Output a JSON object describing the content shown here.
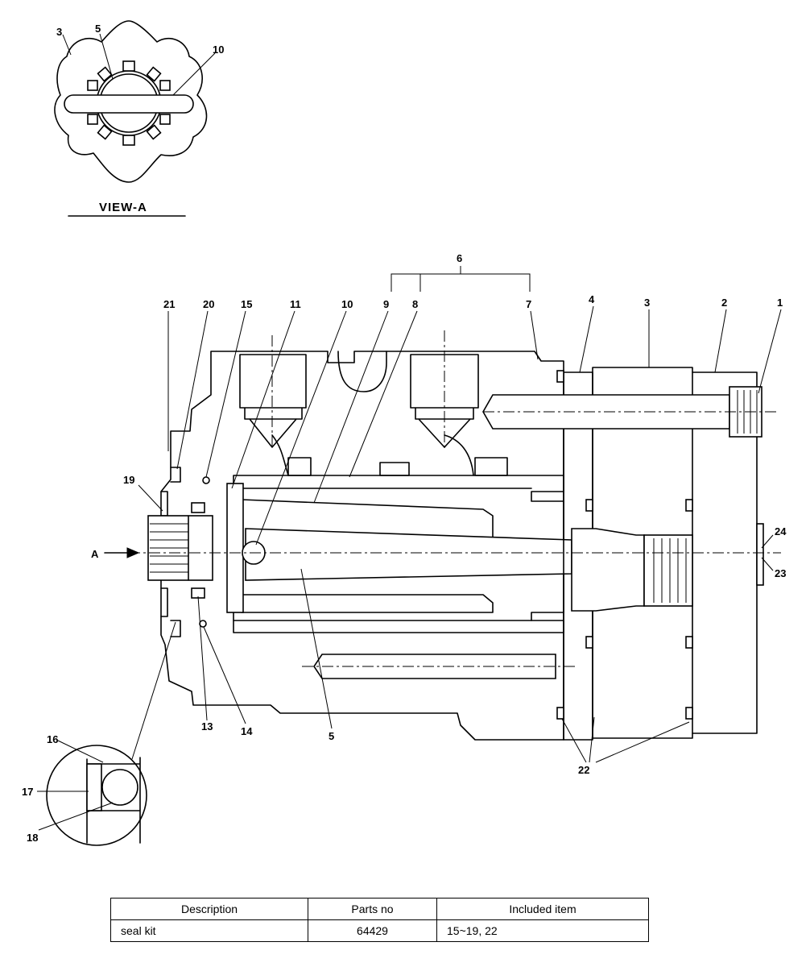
{
  "view_a": {
    "title": "VIEW-A",
    "labels": [
      "3",
      "5",
      "10"
    ]
  },
  "section_view": {
    "arrow_label": "A",
    "group_label": "6",
    "labels": {
      "l1": "1",
      "l2": "2",
      "l3": "3",
      "l4": "4",
      "l5": "5",
      "l7": "7",
      "l8": "8",
      "l9": "9",
      "l10": "10",
      "l11": "11",
      "l13": "13",
      "l14": "14",
      "l15": "15",
      "l19": "19",
      "l20": "20",
      "l21": "21",
      "l22": "22",
      "l23": "23",
      "l24": "24"
    }
  },
  "detail_view": {
    "labels": {
      "l16": "16",
      "l17": "17",
      "l18": "18"
    }
  },
  "parts_table": {
    "headers": [
      "Description",
      "Parts no",
      "Included item"
    ],
    "rows": [
      [
        "seal kit",
        "64429",
        "15~19, 22"
      ]
    ]
  }
}
